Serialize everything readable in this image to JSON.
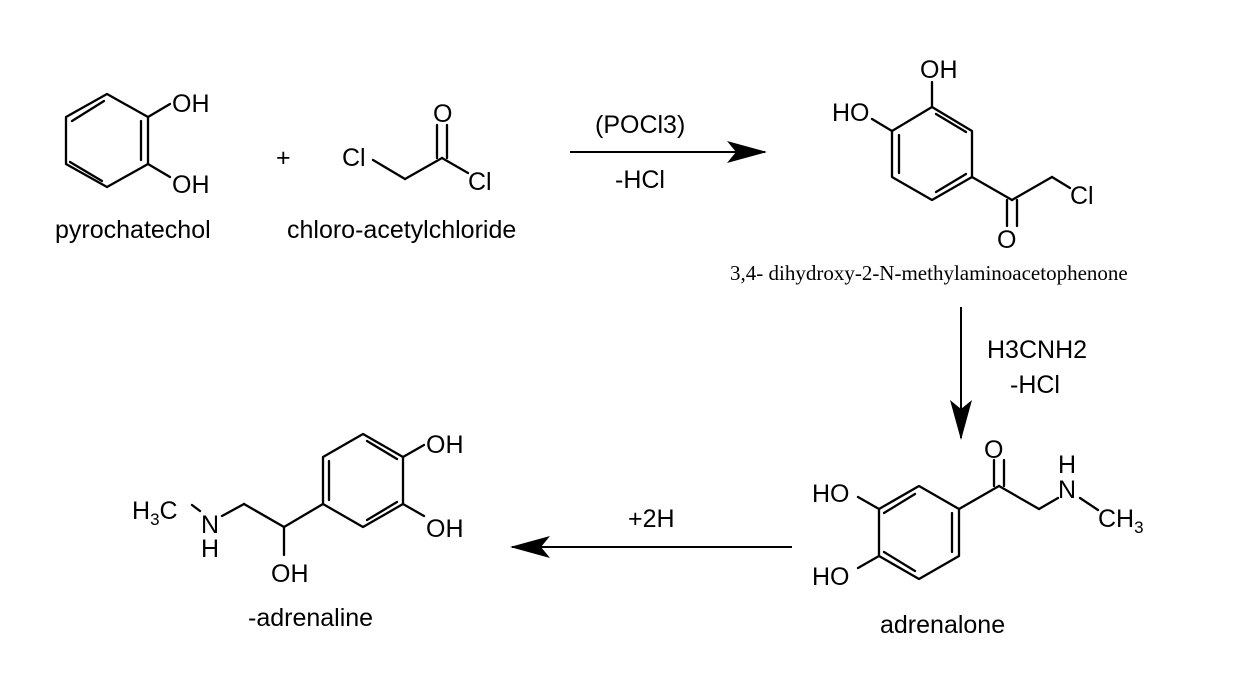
{
  "plus_sign": "+",
  "molecules": {
    "pyrochatechol": {
      "name": "pyrochatechol",
      "atoms": {
        "oh_top": "OH",
        "oh_bottom": "OH"
      }
    },
    "chloroacetylchloride": {
      "name": "chloro-acetylchloride",
      "atoms": {
        "cl_left": "Cl",
        "o_top": "O",
        "cl_right": "Cl"
      }
    },
    "intermediate": {
      "name": "3,4- dihydroxy-2-N-methylaminoacetophenone",
      "atoms": {
        "oh_top": "OH",
        "ho_left": "HO",
        "o_bottom": "O",
        "cl": "Cl"
      }
    },
    "adrenalone": {
      "name": "adrenalone",
      "atoms": {
        "ho_top": "HO",
        "ho_bottom": "HO",
        "o_top": "O",
        "h": "H",
        "n": "N",
        "ch": "CH",
        "ch_sub": "3"
      }
    },
    "adrenaline": {
      "name": "-adrenaline",
      "atoms": {
        "h_left": "H",
        "h_sub": "3",
        "c_left": "C",
        "n": "N",
        "h_below": "H",
        "oh_bottom": "OH",
        "oh_top": "OH",
        "oh_right": "OH"
      }
    }
  },
  "reactions": {
    "step1": {
      "above": "(POCl3)",
      "below": "-HCl"
    },
    "step2": {
      "line1": "H3CNH2",
      "line2": "-HCl"
    },
    "step3": {
      "above": "+2H"
    }
  }
}
